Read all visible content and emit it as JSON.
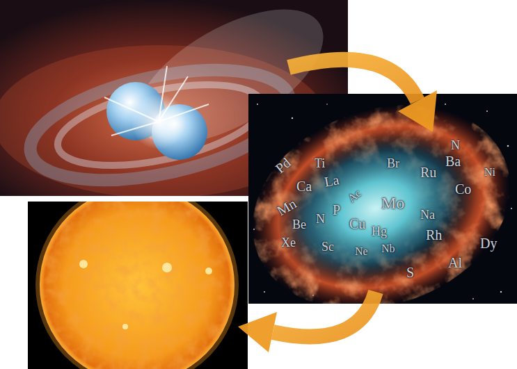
{
  "diagram": {
    "labels": [
      "Pd",
      "Ti",
      "Ca",
      "La",
      "Mn",
      "Be",
      "N",
      "P",
      "Ac",
      "Cu",
      "Hg",
      "Br",
      "Mo",
      "Ru",
      "Nb",
      "N",
      "Ba",
      "Co",
      "Na",
      "Rh",
      "Al",
      "Dy",
      "S",
      "Sc",
      "Xe",
      "Ne",
      "Ni"
    ]
  }
}
